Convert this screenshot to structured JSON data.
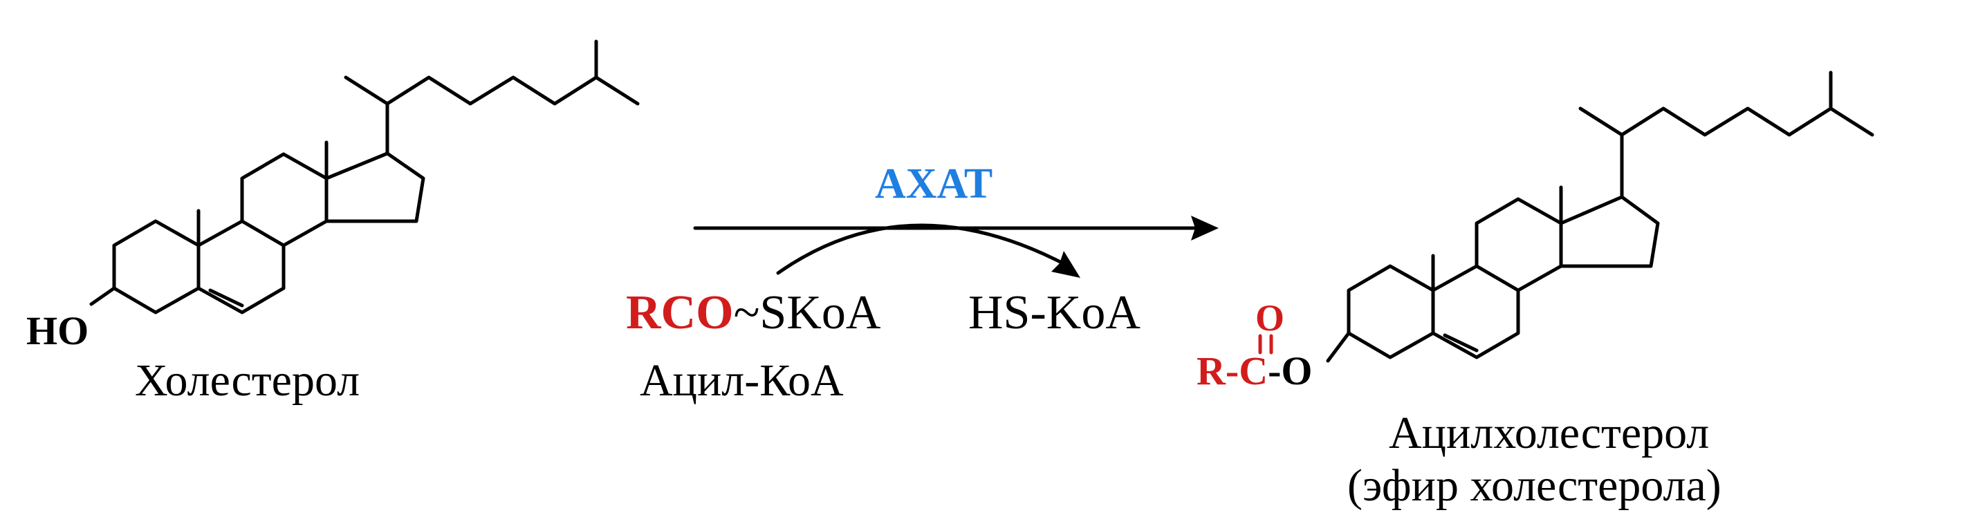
{
  "reactant": {
    "name": "Холестерол",
    "hydroxyl_label": "HO"
  },
  "reaction": {
    "enzyme": "АХАТ",
    "cosubstrate_acyl": "RCO",
    "cosubstrate_rest": "~SKoA",
    "cosubstrate_name": "Ацил-КоА",
    "released": "HS-KoA"
  },
  "product": {
    "name_line1": "Ацилхолестерол",
    "name_line2": "(эфир холестерола)",
    "carbonyl_o": "O",
    "acyl_label": "R-C",
    "ester_o": "-O"
  },
  "colors": {
    "enzyme": "#1f7fe0",
    "acyl": "#d21c1c",
    "structure": "#000000"
  }
}
